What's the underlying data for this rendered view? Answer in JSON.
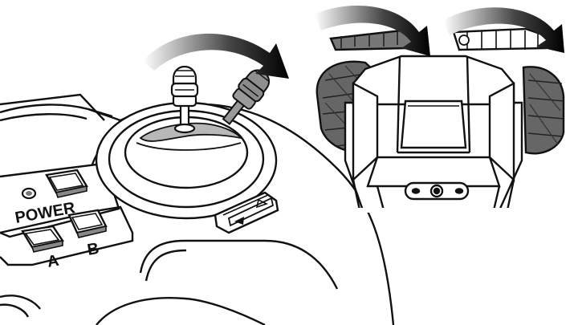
{
  "labels": {
    "power": "POWER",
    "button_a": "A",
    "button_b": "B"
  },
  "colors": {
    "ink": "#111111",
    "paper": "#ffffff",
    "gray_fill": "#b8b8b8",
    "dark_fill": "#555555"
  },
  "icons": {
    "rotate_arrow_1": "curved-arrow-icon",
    "rotate_arrow_2": "curved-arrow-icon",
    "rotate_arrow_3": "curved-arrow-icon",
    "trim_left": "triangle-left-icon",
    "trim_right": "triangle-right-icon"
  }
}
